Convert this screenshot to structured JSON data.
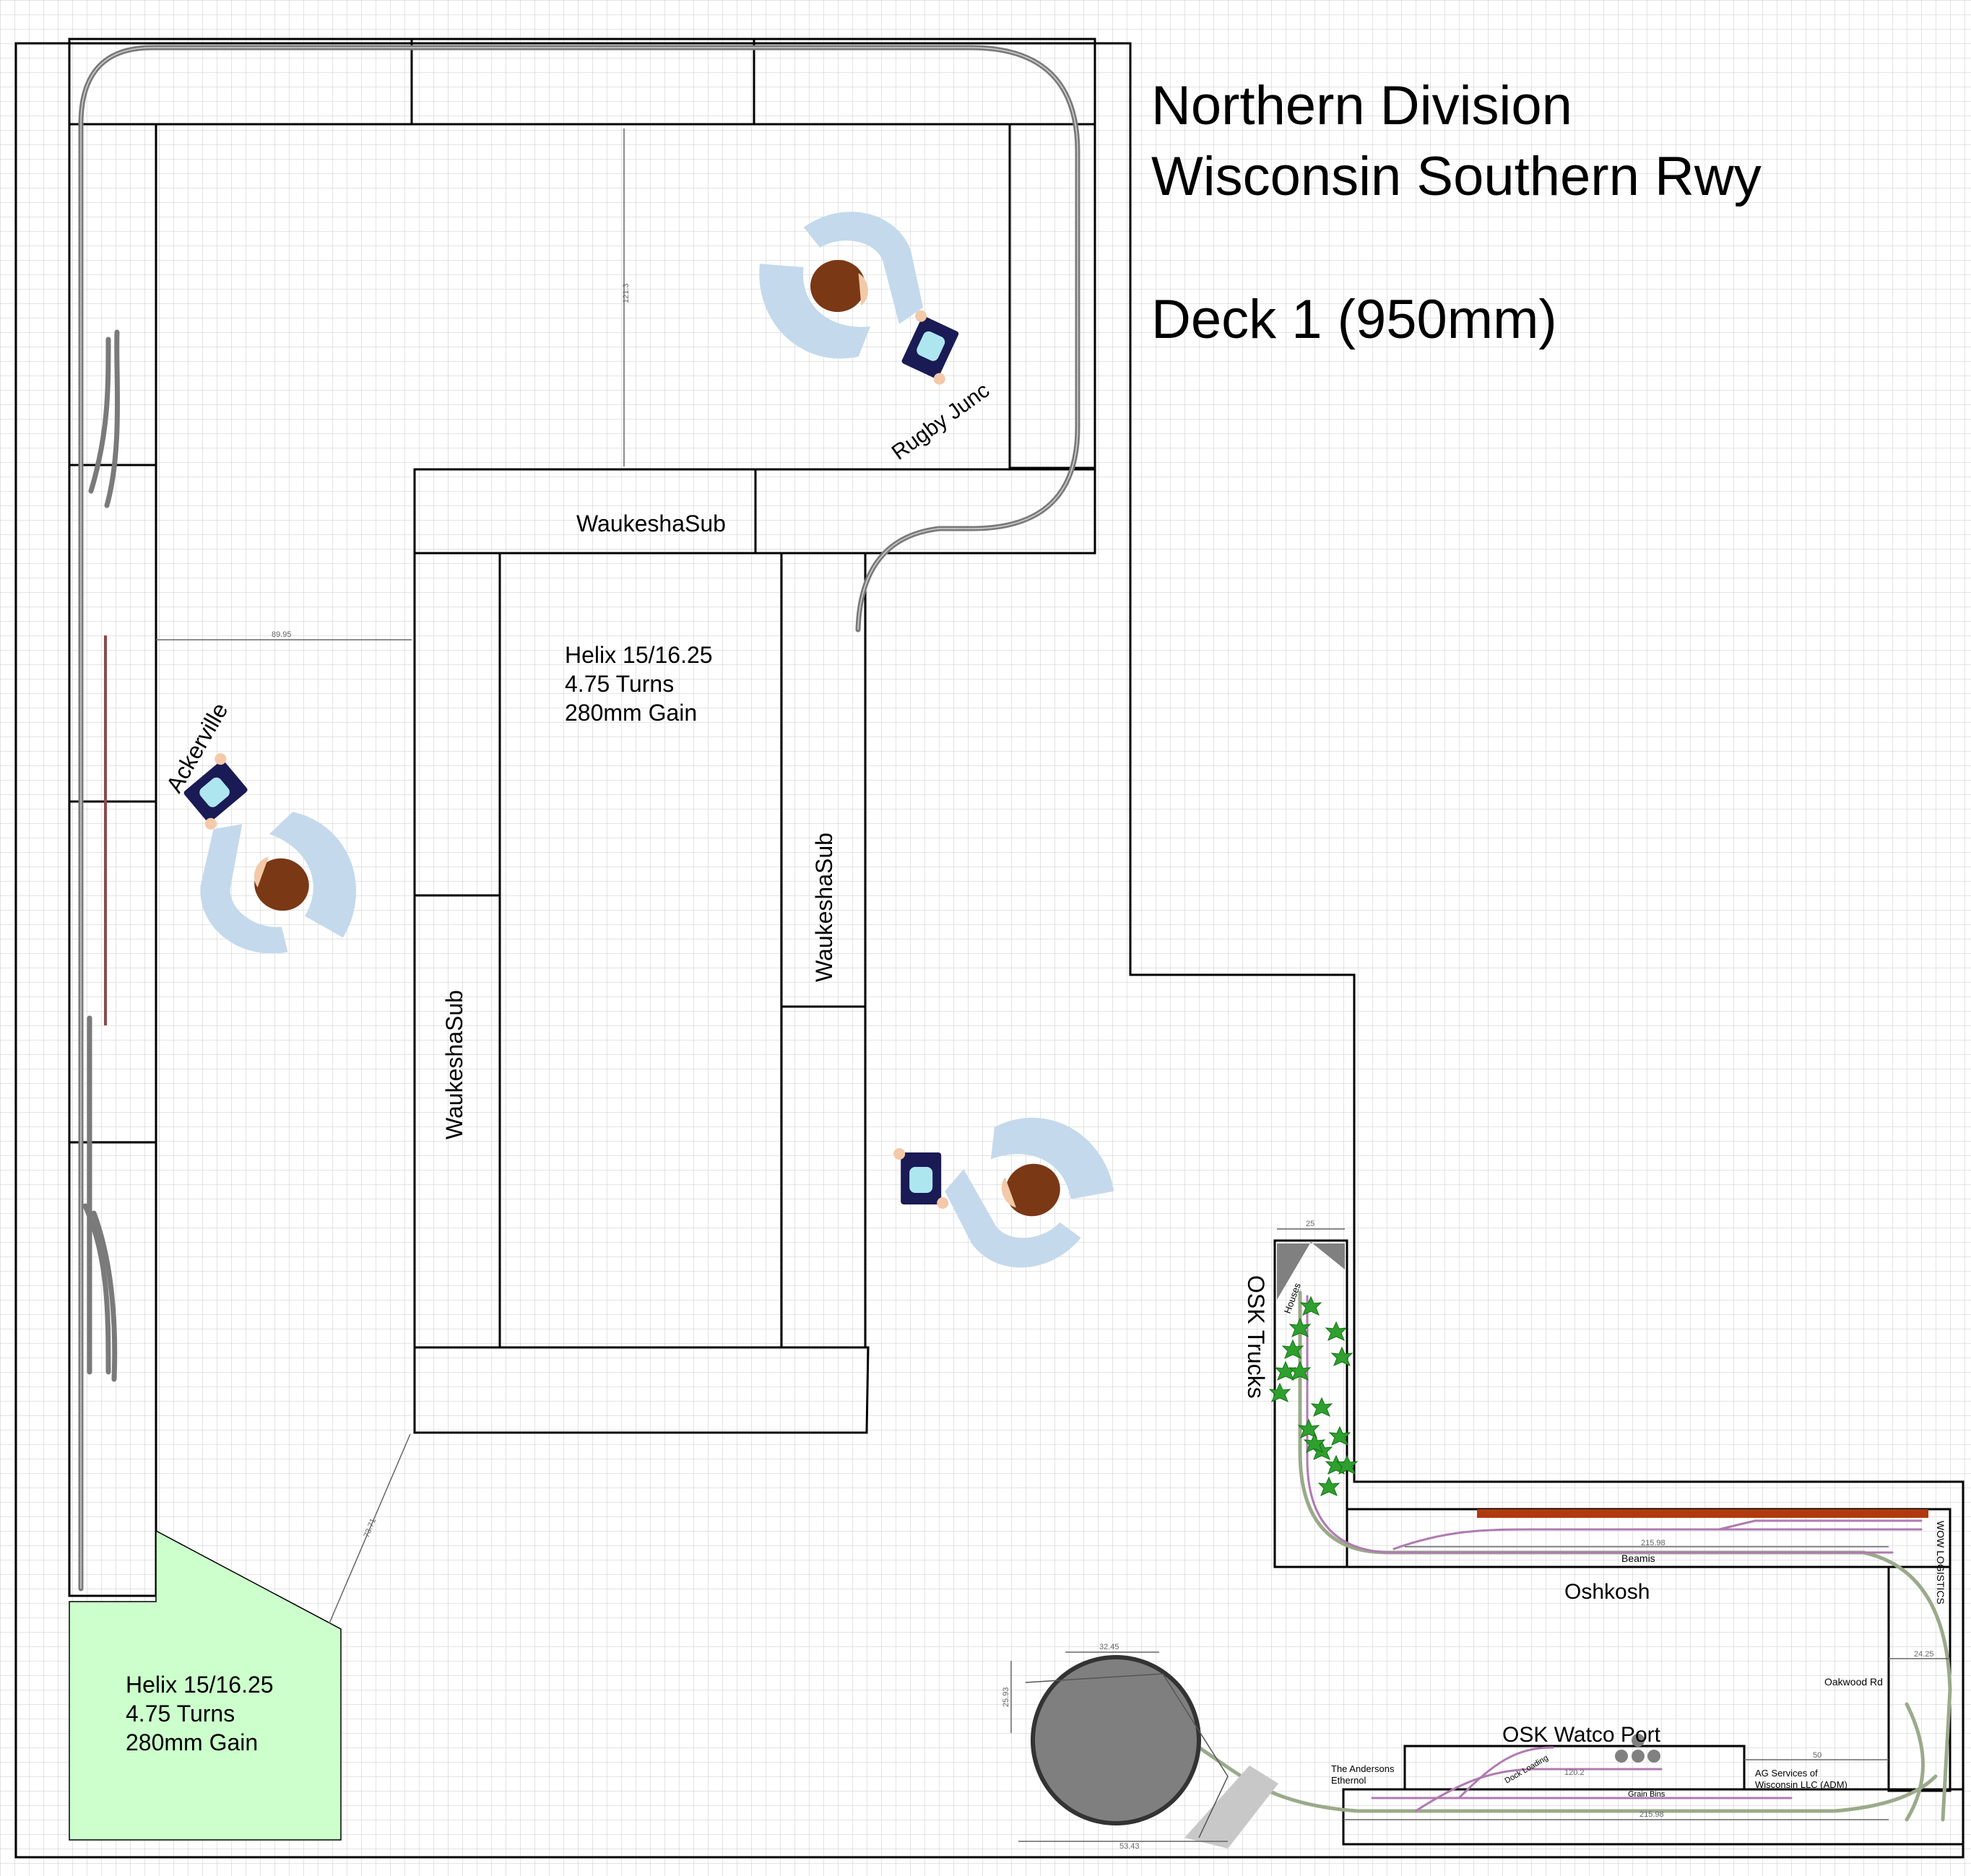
{
  "title": {
    "line1": "Northern Division",
    "line2": "Wisconsin Southern Rwy",
    "line3": "Deck 1 (950mm)"
  },
  "labels": {
    "rugby_junc": "Rugby Junc",
    "waukesha_sub_top": "WaukeshaSub",
    "waukesha_sub_left": "WaukeshaSub",
    "waukesha_sub_right": "WaukeshaSub",
    "ackerville": "Ackerville",
    "helix_center": [
      "Helix 15/16.25",
      "4.75 Turns",
      "280mm Gain"
    ],
    "helix_corner": [
      "Helix 15/16.25",
      "4.75 Turns",
      "280mm Gain"
    ],
    "osk_trucks": "OSK Trucks",
    "houses": "Houses",
    "beamis": "Beamis",
    "oshkosh": "Oshkosh",
    "wow_logistics": "WOW LOGISTICS",
    "oakwood_rd": "Oakwood Rd",
    "osk_watco_port": "OSK Watco Port",
    "the_andersons": [
      "The Andersons",
      "Ethernol"
    ],
    "ag_services": [
      "AG Services of",
      "Wisconsin LLC (ADM)"
    ],
    "grain_bins": "Grain Bins",
    "dock_loading": "Dock Loading"
  },
  "dimensions": {
    "d_121": "121.3",
    "d_89": "89.95",
    "d_73": "73.71",
    "d_25": "25",
    "d_215_a": "215.98",
    "d_215_b": "215.98",
    "d_24": "24.25",
    "d_50": "50",
    "d_120": "120.2",
    "d_32": "32.45",
    "d_25_9": "25.93",
    "d_53": "53.43"
  },
  "colors": {
    "grid": "#c8c8c8",
    "outline": "#000000",
    "track": "#7a7a7a",
    "shirt": "#c4d9ec",
    "hair": "#7a3815",
    "helix_fill": "#ccffcc",
    "turntable": "#7f7f7f",
    "trees": "#2ea02e",
    "building": "#b03a0e"
  }
}
